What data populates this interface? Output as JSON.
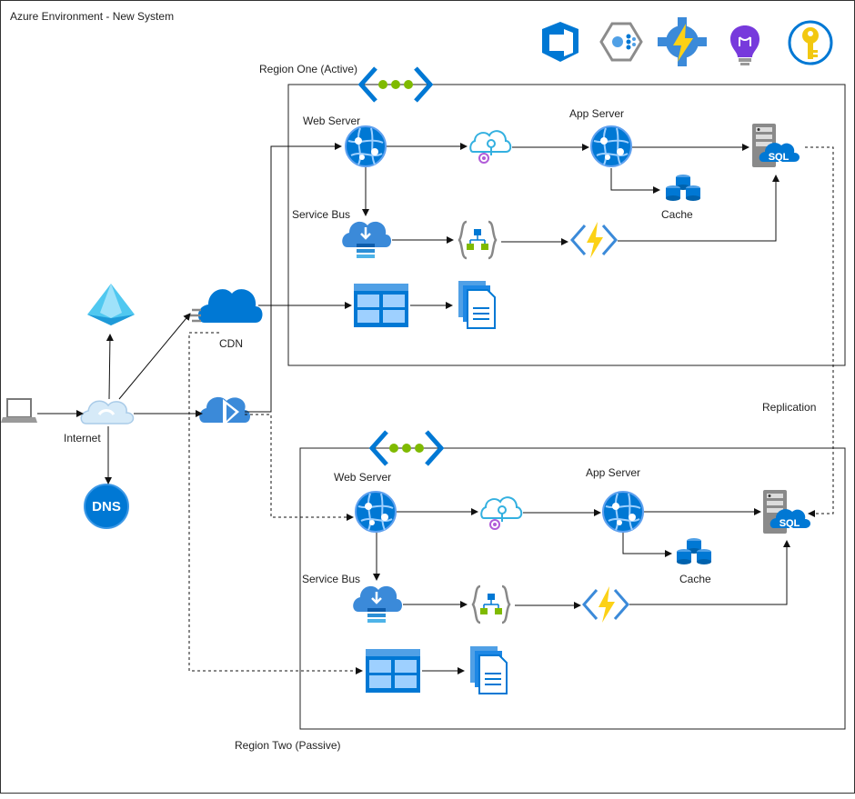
{
  "title": "Azure Environment - New System",
  "colors": {
    "azure_blue": "#0078d4",
    "azure_light": "#50a0e6",
    "vnet_green": "#7fba00",
    "function_yellow": "#fcd116",
    "key_gold": "#f2c811",
    "purple": "#773adc",
    "sql_gray": "#a0a0a0"
  },
  "top_icons": [
    "devops-icon",
    "aks-icon",
    "automation-icon",
    "app-insights-icon",
    "key-vault-icon"
  ],
  "left": {
    "laptop_icon": "laptop-icon",
    "internet_label": "Internet",
    "ad_icon": "azure-ad-icon",
    "dns_label": "DNS",
    "cdn_label": "CDN",
    "traffic_manager_icon": "traffic-manager-icon"
  },
  "region_one": {
    "label": "Region One (Active)",
    "web_server_label": "Web Server",
    "app_server_label": "App Server",
    "service_bus_label": "Service Bus",
    "cache_label": "Cache",
    "sql_label": "SQL"
  },
  "region_two": {
    "label": "Region Two (Passive)",
    "web_server_label": "Web Server",
    "app_server_label": "App Server",
    "service_bus_label": "Service Bus",
    "cache_label": "Cache",
    "sql_label": "SQL"
  },
  "replication_label": "Replication"
}
